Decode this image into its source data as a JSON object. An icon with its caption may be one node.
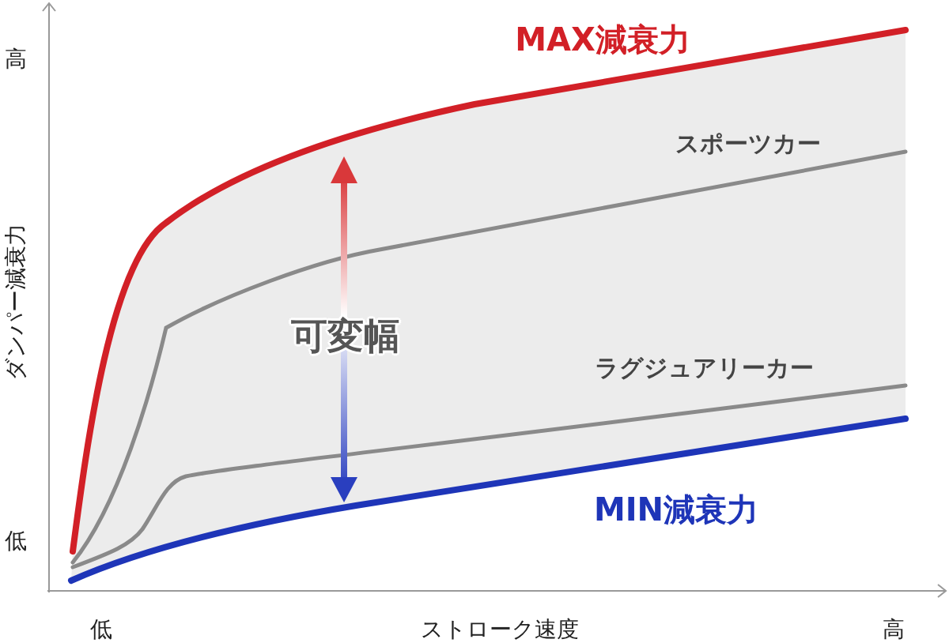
{
  "diagram": {
    "labels": [
      "高",
      "MAX減衰力",
      "スポーツカー",
      "ダンパー減衰力",
      "可変幅",
      "ラグジュアリーカー",
      "MIN減衰力",
      "低",
      "低",
      "ストローク速度",
      "高"
    ]
  }
}
